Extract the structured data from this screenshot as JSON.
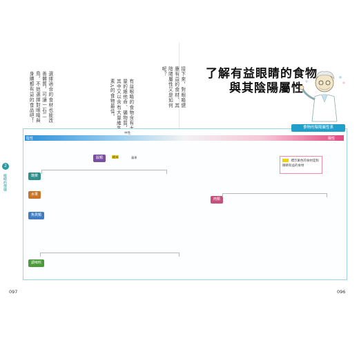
{
  "title": {
    "line1": "了解有益眼睛的食物",
    "line2": "與其陰陽屬性"
  },
  "paragraphs": [
    "接下來，對眼睛健康有益的食材、其陰陽屬性又是如何呢？",
    "有益眼睛的食物含有大量的維他命、礦物質，其中又以含有大量維生素A的食物最佳。",
    "選擇適合的食材也能改善體質，可讓一石二鳥，不妨選擇對眼睛與身體都有益的食品吧！"
  ],
  "chart": {
    "tag": "食物的陰陽屬性表",
    "scale": {
      "cold_end": "陰性",
      "center": "中性",
      "hot_end": "陽性"
    },
    "legend": {
      "text": "標示黃色的食材是對眼睛有益的食材"
    },
    "rows": [
      "穀類",
      "蔬菜",
      "水果",
      "魚貝類",
      "肉類",
      "調味料"
    ],
    "sample_foods": [
      "糙米",
      "蘋果"
    ]
  },
  "side_tab": {
    "number": "2",
    "label": "眼睛的保健"
  },
  "page_numbers": {
    "left": "097",
    "right": "096"
  },
  "colors": {
    "accent": "#1f9fc9",
    "highlight": "#f5d10a",
    "cold": "#2f8fd8",
    "hot": "#e04a82"
  }
}
